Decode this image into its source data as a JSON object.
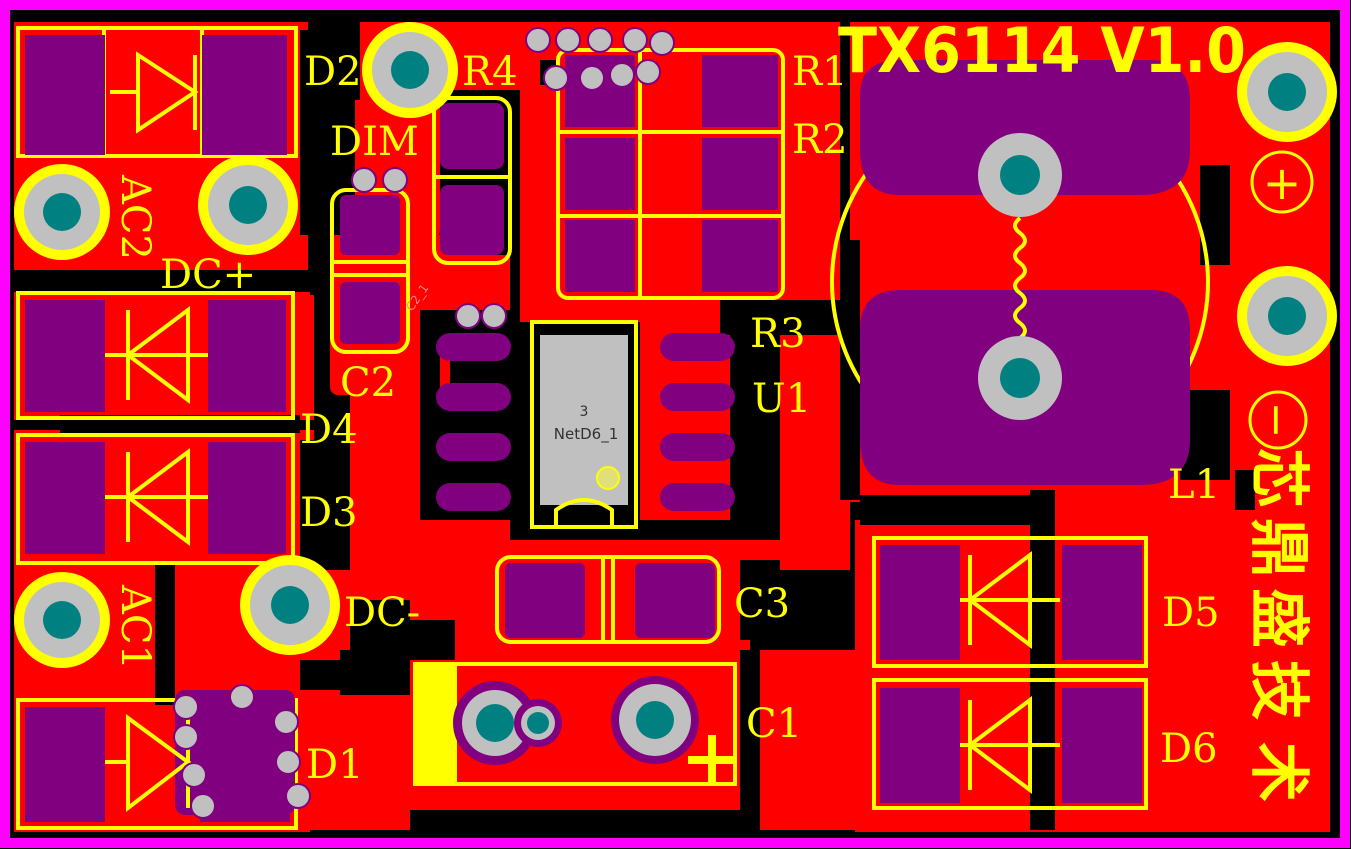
{
  "board": {
    "title": "TX6114  V1.0",
    "company": "芯鼎盛技术",
    "company_chars": [
      "芯",
      "鼎",
      "盛",
      "技",
      "术"
    ],
    "colors": {
      "background": "#000000",
      "copper": "#ff0000",
      "pad": "#800080",
      "silkscreen": "#ffff00",
      "drill": "#c0c0c0",
      "hole": "#008080",
      "outline": "#ff00ff"
    }
  },
  "labels": {
    "d2": "D2",
    "r4": "R4",
    "r1": "R1",
    "r2": "R2",
    "r3": "R3",
    "dim": "DIM",
    "ac2": "AC2",
    "dc_plus": "DC+",
    "c2": "C2",
    "u1": "U1",
    "d4": "D4",
    "d3": "D3",
    "ac1": "AC1",
    "dc_minus": "DC-",
    "c3": "C3",
    "c1": "C1",
    "d1": "D1",
    "d5": "D5",
    "d6": "D6",
    "l1": "L1",
    "plus_symbol": "+",
    "minus_symbol": "−",
    "c2_ghost": "C2_1"
  },
  "u1_pad": {
    "pin": "3",
    "net": "NetD6_1"
  }
}
